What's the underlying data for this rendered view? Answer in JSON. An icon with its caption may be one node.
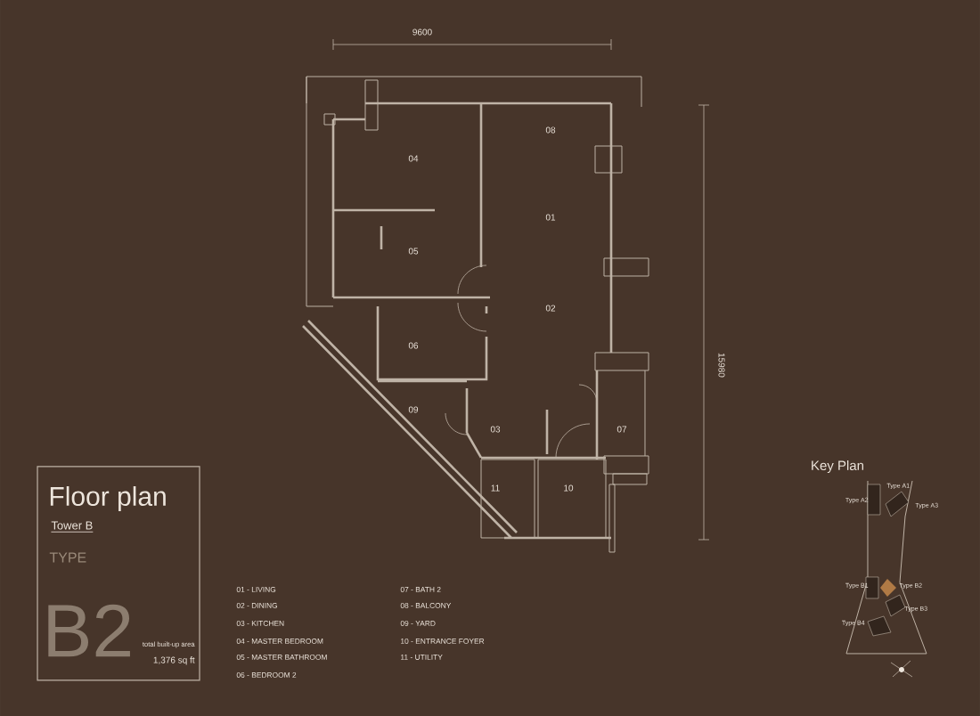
{
  "diagram": {
    "title": "Floor plan",
    "labels": [
      "9600",
      "08",
      "04",
      "01",
      "05",
      "02",
      "06",
      "09",
      "03",
      "07",
      "11",
      "10",
      "15980",
      "Key Plan",
      "Type A1",
      "Type A2",
      "Type A3",
      "Type B1",
      "Type B2",
      "Type B3",
      "Type B4",
      "Tower B",
      "TYPE",
      "B2",
      "total built-up area",
      "1,376 sq ft",
      "01 - LIVING",
      "07 - BATH 2",
      "02 - DINING",
      "08 - BALCONY",
      "03 - KITCHEN",
      "09 - YARD",
      "04 - MASTER BEDROOM",
      "10 - ENTRANCE FOYER",
      "05 - MASTER BATHROOM",
      "11 - UTILITY",
      "06 - BEDROOM 2"
    ]
  }
}
